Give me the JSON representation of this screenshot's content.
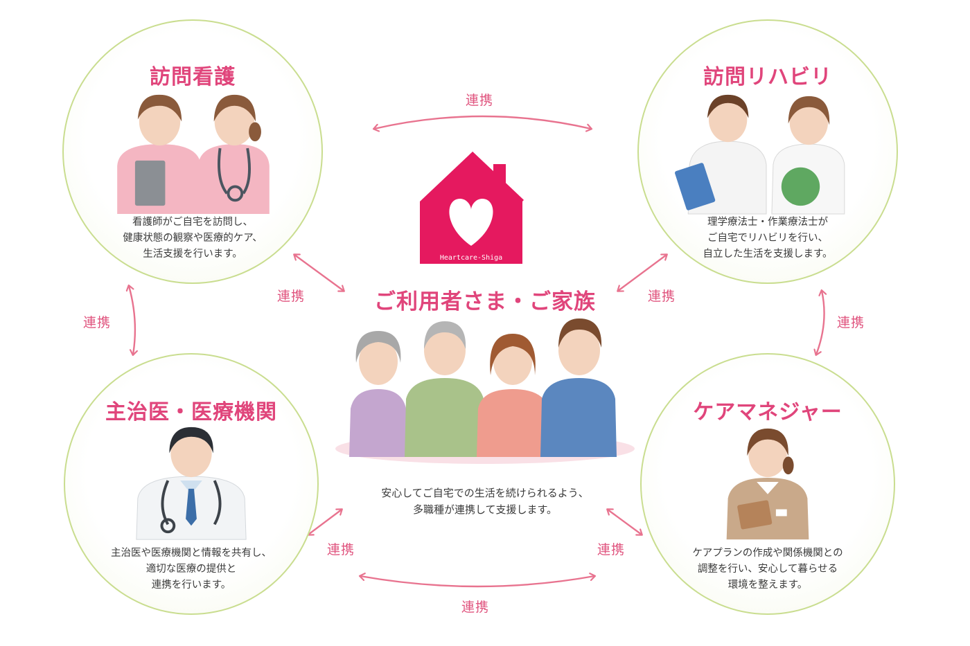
{
  "center": {
    "logo_text": "Heartcare-Shiga",
    "title": "ご利用者さま・ご家族",
    "description": [
      "安心してご自宅での生活を続けられるよう、",
      "多職種が連携して支援します。"
    ]
  },
  "nodes": {
    "nursing": {
      "title": "訪問看護",
      "description": [
        "看護師がご自宅を訪問し、",
        "健康状態の観察や医療的ケア、",
        "生活支援を行います。"
      ]
    },
    "rehab": {
      "title": "訪問リハビリ",
      "description": [
        "理学療法士・作業療法士が",
        "ご自宅でリハビリを行い、",
        "自立した生活を支援します。"
      ]
    },
    "doctor": {
      "title": "主治医・医療機関",
      "description": [
        "主治医や医療機関と情報を共有し、",
        "適切な医療の提供と",
        "連携を行います。"
      ]
    },
    "caremanager": {
      "title": "ケアマネジャー",
      "description": [
        "ケアプランの作成や関係機関との",
        "調整を行い、安心して暮らせる",
        "環境を整えます。"
      ]
    }
  },
  "links": {
    "top": "連携",
    "bottom": "連携",
    "left": "連携",
    "right": "連携",
    "nursing_center": "連携",
    "rehab_center": "連携",
    "doctor_center": "連携",
    "caremanager_center": "連携"
  },
  "colors": {
    "accent": "#e0457b",
    "logo": "#e5195f",
    "circle_border": "#c9dd8f",
    "arrow": "#e8738f"
  }
}
